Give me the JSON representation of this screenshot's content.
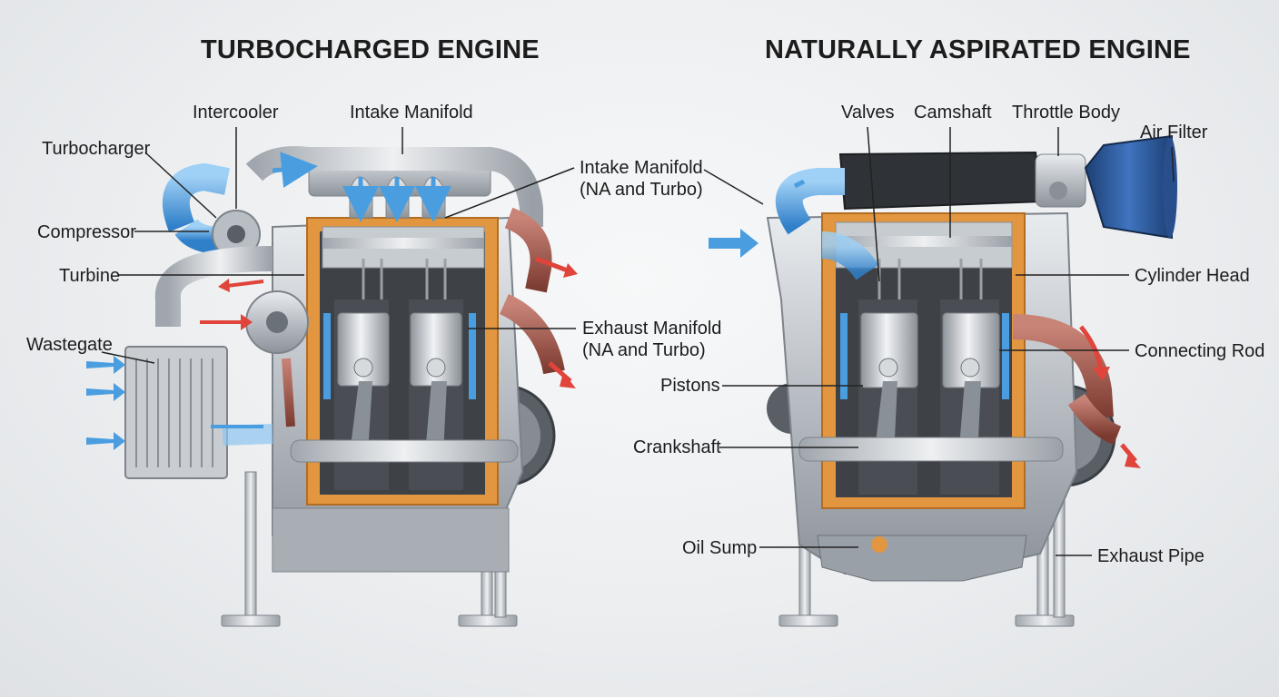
{
  "titles": {
    "turbo": "TURBOCHARGED ENGINE",
    "na": "NATURALLY ASPIRATED ENGINE"
  },
  "labels": {
    "intercooler": "Intercooler",
    "turbo_intake_manifold": "Intake Manifold",
    "turbocharger": "Turbocharger",
    "compressor": "Compressor",
    "turbine": "Turbine",
    "wastegate": "Wastegate",
    "shared_intake_line1": "Intake Manifold",
    "shared_intake_line2": "(NA and Turbo)",
    "shared_exhaust_line1": "Exhaust Manifold",
    "shared_exhaust_line2": "(NA and Turbo)",
    "pistons": "Pistons",
    "crankshaft": "Crankshaft",
    "oil_sump": "Oil Sump",
    "valves": "Valves",
    "camshaft": "Camshaft",
    "throttle_body": "Throttle Body",
    "air_filter": "Air Filter",
    "cylinder_head": "Cylinder Head",
    "connecting_rod": "Connecting Rod",
    "exhaust_pipe": "Exhaust Pipe"
  },
  "colors": {
    "intake_air": "#4a9ee0",
    "exhaust_gas": "#e0443a",
    "block_cutaway": "#e2963f",
    "metal": "#b7bcc2",
    "air_filter": "#2e5c9e"
  }
}
